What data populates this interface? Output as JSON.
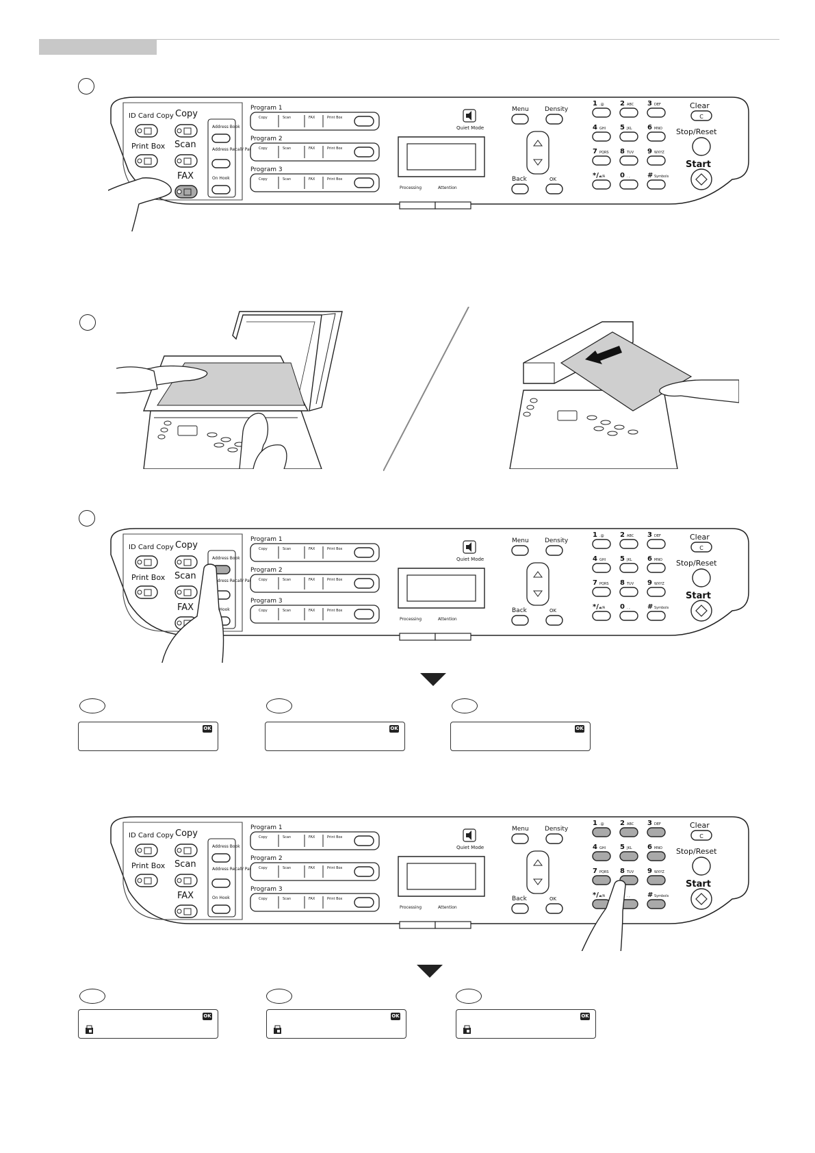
{
  "panel": {
    "id_card_copy": "ID Card Copy",
    "copy": "Copy",
    "print_box": "Print Box",
    "scan": "Scan",
    "fax": "FAX",
    "address_book": "Address Book",
    "address_recall_pause": "Address Recall/ Pause",
    "on_hook": "On Hook",
    "programs": [
      "Program 1",
      "Program 2",
      "Program 3"
    ],
    "program_slots": [
      "Copy",
      "Scan",
      "FAX",
      "Print Box"
    ],
    "quiet_mode": "Quiet Mode",
    "menu": "Menu",
    "density": "Density",
    "back": "Back",
    "ok": "OK",
    "processing": "Processing",
    "attention": "Attention",
    "clear": "Clear",
    "clear_key": "C",
    "stop_reset": "Stop/Reset",
    "start": "Start",
    "keys": [
      {
        "num": "1",
        "sub": ".@"
      },
      {
        "num": "2",
        "sub": "ABC"
      },
      {
        "num": "3",
        "sub": "DEF"
      },
      {
        "num": "4",
        "sub": "GHI"
      },
      {
        "num": "5",
        "sub": "JKL"
      },
      {
        "num": "6",
        "sub": "MNO"
      },
      {
        "num": "7",
        "sub": "PQRS"
      },
      {
        "num": "8",
        "sub": "TUV"
      },
      {
        "num": "9",
        "sub": "WXYZ"
      },
      {
        "num": "*/.",
        "sub": "a/A"
      },
      {
        "num": "0",
        "sub": ". ,"
      },
      {
        "num": "#",
        "sub": "Symbols"
      }
    ]
  },
  "lcd_ok_label": "OK",
  "colors": {
    "line": "#2a2a2a",
    "highlight": "#a9a9a9",
    "glass": "#cfcfcf"
  }
}
